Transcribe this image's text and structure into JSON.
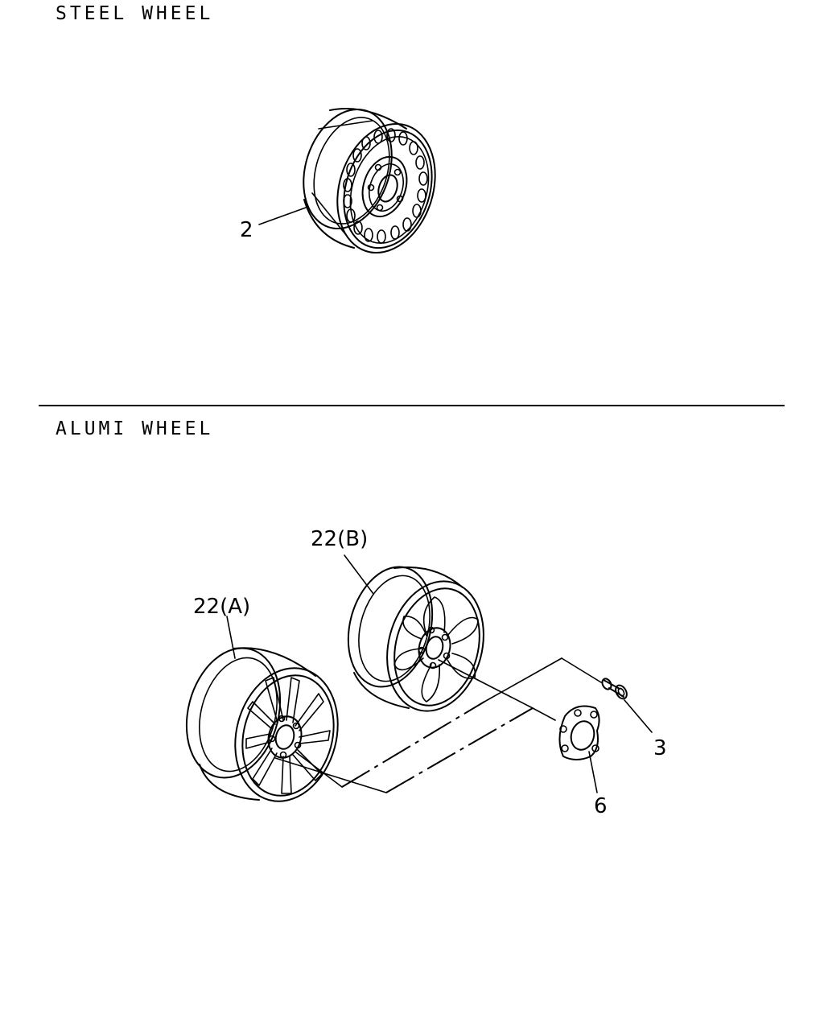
{
  "sections": {
    "steel": {
      "title": "STEEL WHEEL"
    },
    "alumi": {
      "title": "ALUMI WHEEL"
    }
  },
  "callouts": {
    "steel_wheel": "2",
    "alumi_wheel_a": "22(A)",
    "alumi_wheel_b": "22(B)",
    "wheel_nut": "3",
    "center_cap": "6"
  }
}
